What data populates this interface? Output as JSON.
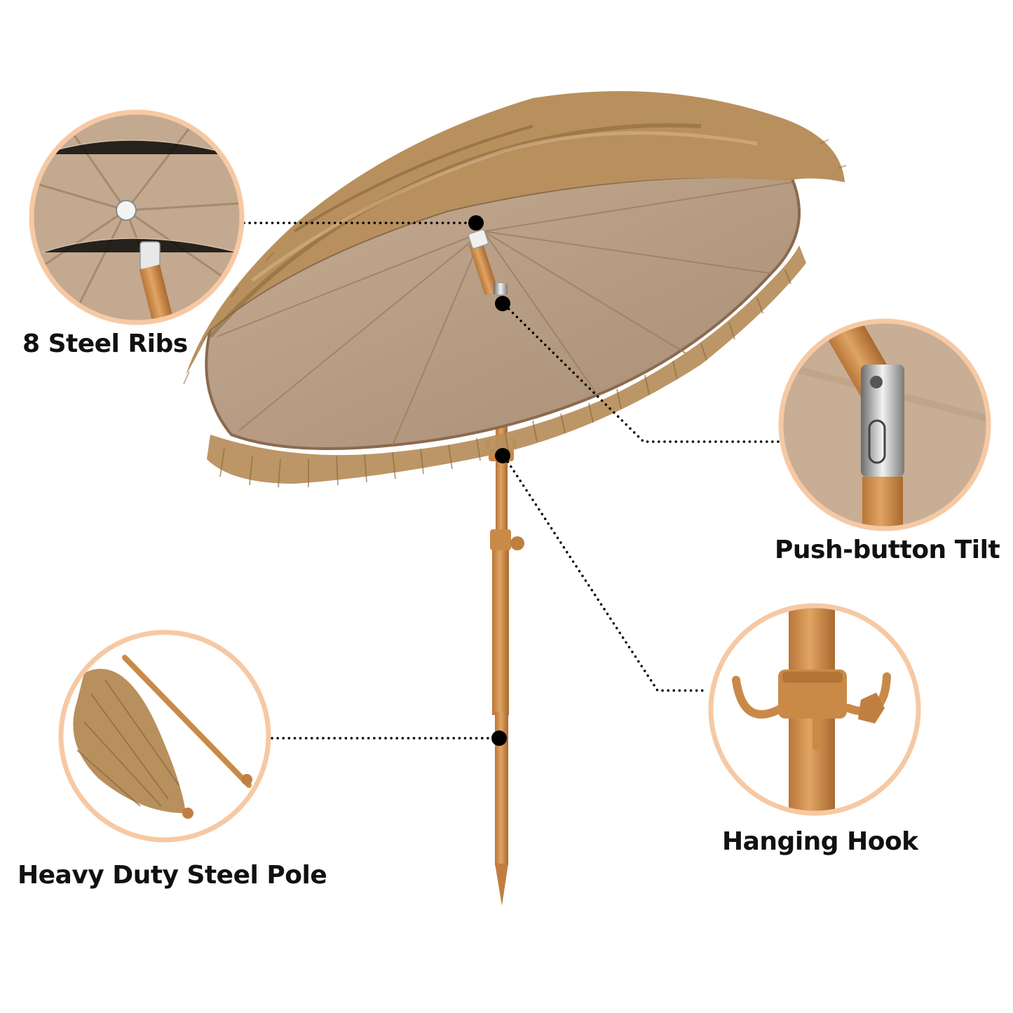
{
  "callouts": {
    "ribs": {
      "label": "8 Steel Ribs",
      "icon": "steel-ribs-detail"
    },
    "tilt": {
      "label": "Push-button Tilt",
      "icon": "tilt-button-detail"
    },
    "hook": {
      "label": "Hanging Hook",
      "icon": "hook-detail"
    },
    "pole": {
      "label": "Heavy Duty Steel Pole",
      "icon": "pole-detail"
    }
  },
  "colors": {
    "background": "#ffffff",
    "ring": "#f6c9a4",
    "canopy_fabric": "#b49a80",
    "thatch": "#b88e5c",
    "pole": "#c98a48",
    "text": "#111111",
    "dots": "#000000"
  }
}
